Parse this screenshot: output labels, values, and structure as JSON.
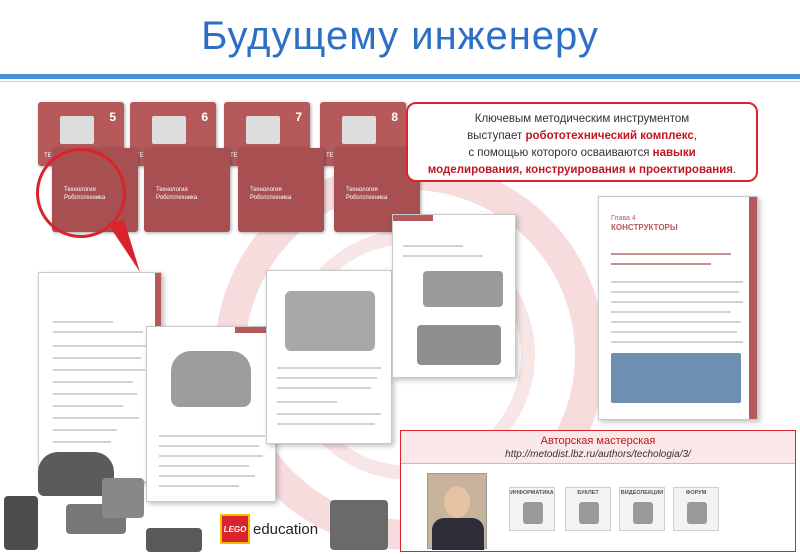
{
  "header": {
    "title": "Будущему инженеру"
  },
  "books": [
    {
      "grade": "5",
      "label": "ТЕХНОЛОГИЯ"
    },
    {
      "grade": "6",
      "label": "ТЕХНОЛОГИЯ"
    },
    {
      "grade": "7",
      "label": "ТЕХНОЛОГИЯ"
    },
    {
      "grade": "8",
      "label": "ТЕХНОЛОГИЯ"
    }
  ],
  "workbooks": [
    {
      "label": "Технология Робототехника"
    },
    {
      "label": "Технология Робототехника"
    },
    {
      "label": "Технология Робототехника"
    },
    {
      "label": "Технология Робототехника"
    }
  ],
  "info": {
    "line1": "Ключевым методическим инструментом",
    "line2_pre": "выступает ",
    "line2_bold": "робототехнический комплекс",
    "line2_post": ",",
    "line3_pre": "с помощью которого осваиваются ",
    "line3_bold": "навыки",
    "line4_bold": "моделирования, конструирования и проектирования",
    "line4_post": "."
  },
  "chapter_page": {
    "chapter": "Глава 4",
    "name": "КОНСТРУКТОРЫ"
  },
  "author": {
    "title": "Авторская мастерская",
    "url": "http://metodist.lbz.ru/authors/techologia/3/",
    "tiles": [
      "ИНФОРМАТИКА",
      "БУКЛЕТ",
      "ВИДЕОЛЕКЦИИ",
      "ФОРУМ"
    ]
  },
  "brand": {
    "lego": "LEGO",
    "education": "education"
  }
}
